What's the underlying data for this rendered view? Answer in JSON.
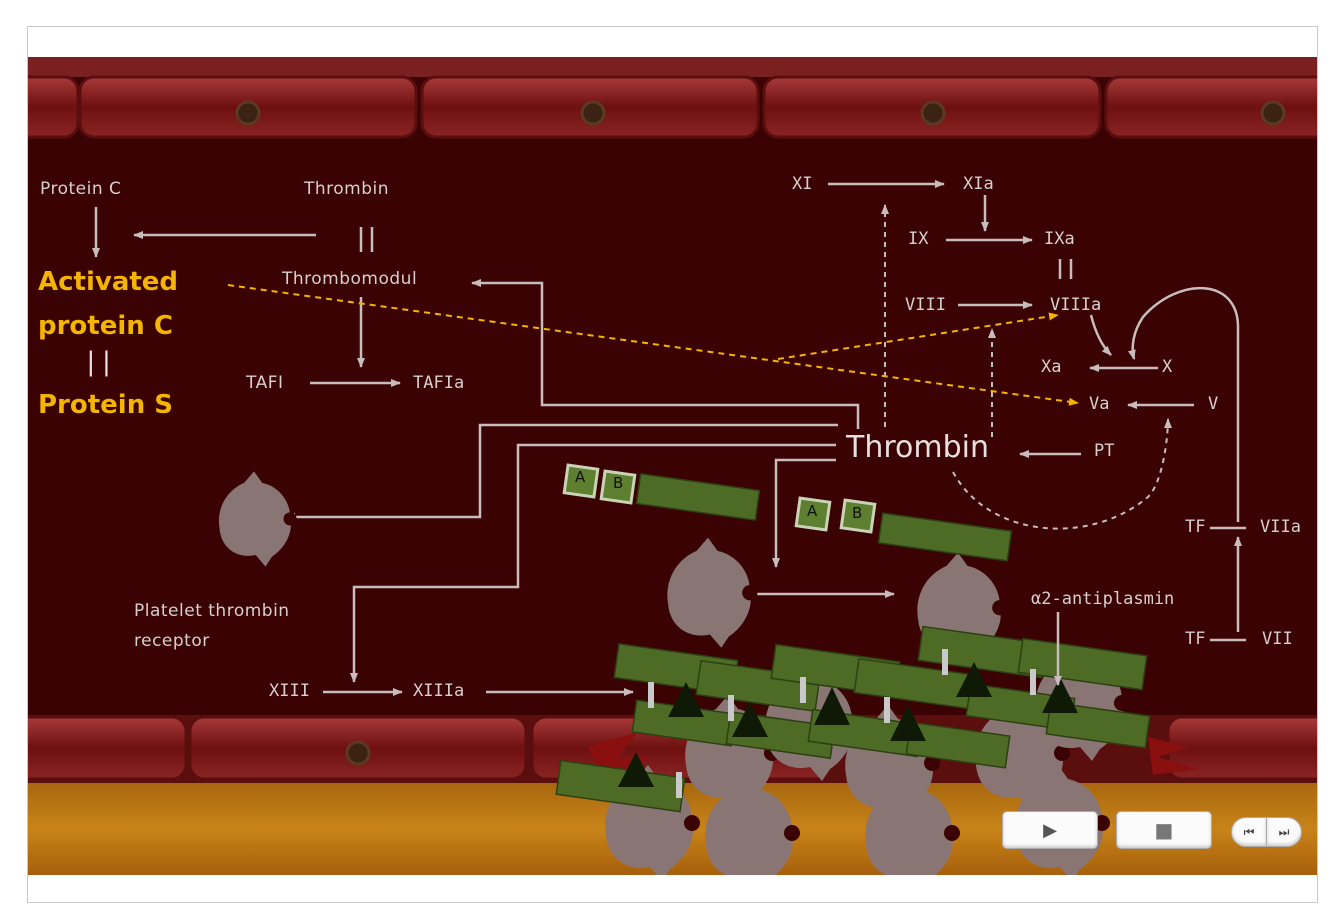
{
  "anticoag": {
    "protein_c": "Protein C",
    "thrombin": "Thrombin",
    "thrombomodulin": "Thrombomodul",
    "activated_line1": "Activated",
    "activated_line2": "protein C",
    "equals": "||",
    "protein_s": "Protein S",
    "tafi": "TAFI",
    "tafia": "TAFIa"
  },
  "cascade": {
    "xi": "XI",
    "xia": "XIa",
    "ix": "IX",
    "ixa": "IXa",
    "viii": "VIII",
    "viiia": "VIIIa",
    "xa": "Xa",
    "x": "X",
    "va": "Va",
    "v": "V",
    "thrombin_center": "Thrombin",
    "pt": "PT",
    "tf1": "TF",
    "viia": "VIIa",
    "tf2": "TF",
    "vii": "VII",
    "equals": "||"
  },
  "platelet": {
    "receptor_line1": "Platelet thrombin",
    "receptor_line2": "receptor",
    "box_a": "A",
    "box_b": "B"
  },
  "fibrin": {
    "xiii": "XIII",
    "xiiia": "XIIIa",
    "antiplasmin": "α2-antiplasmin"
  },
  "controls": {
    "play": "▶",
    "stop": "■",
    "prev": "⏮",
    "next": "⏭"
  },
  "colors": {
    "vessel_lumen": "#3a0202",
    "yellow_text": "#f5b400",
    "fibrin_green": "#4d6b25",
    "platelet": "#8a7575"
  }
}
